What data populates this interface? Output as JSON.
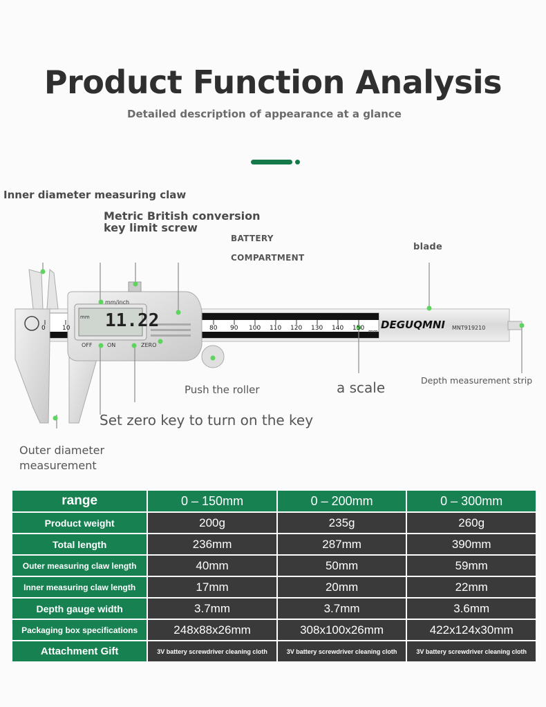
{
  "header": {
    "title": "Product Function Analysis",
    "subtitle": "Detailed description of appearance at a glance"
  },
  "labels": {
    "inner_claw": "Inner diameter measuring claw",
    "metric_line1": "Metric British conversion",
    "metric_line2": "key limit screw",
    "battery_line1": "BATTERY",
    "battery_line2": "COMPARTMENT",
    "blade": "blade",
    "depth_strip": "Depth measurement strip",
    "push_roller": "Push the roller",
    "scale": "a scale",
    "zero_key": "Set zero key to turn on the key",
    "outer_line1": "Outer diameter",
    "outer_line2": "measurement"
  },
  "device": {
    "brand": "DEGUQMNI",
    "model": "MNT919210",
    "display_value": "11.22",
    "display_unit": "mm",
    "btn_unit": "mm/inch",
    "btn_off": "OFF",
    "btn_on": "ON",
    "btn_zero": "ZERO",
    "scale_unit": "mm",
    "scale_ticks": [
      "0",
      "10",
      "80",
      "90",
      "100",
      "110",
      "120",
      "130",
      "140",
      "150"
    ]
  },
  "specs": {
    "header": {
      "label": "range",
      "cols": [
        "0 – 150mm",
        "0 – 200mm",
        "0 – 300mm"
      ]
    },
    "rows": [
      {
        "label": "Product weight",
        "values": [
          "200g",
          "235g",
          "260g"
        ]
      },
      {
        "label": "Total length",
        "values": [
          "236mm",
          "287mm",
          "390mm"
        ]
      },
      {
        "label": "Outer measuring claw length",
        "values": [
          "40mm",
          "50mm",
          "59mm"
        ]
      },
      {
        "label": "Inner measuring claw length",
        "values": [
          "17mm",
          "20mm",
          "22mm"
        ]
      },
      {
        "label": "Depth gauge width",
        "values": [
          "3.7mm",
          "3.7mm",
          "3.6mm"
        ]
      },
      {
        "label": "Packaging box specifications",
        "values": [
          "248x88x26mm",
          "308x100x26mm",
          "422x124x30mm"
        ]
      },
      {
        "label": "Attachment Gift",
        "values": [
          "3V battery screwdriver cleaning cloth",
          "3V battery screwdriver cleaning cloth",
          "3V battery screwdriver cleaning cloth"
        ]
      }
    ]
  },
  "colors": {
    "accent": "#178152",
    "cell_dark": "#3a3a3a",
    "marker": "#5fd35f"
  }
}
